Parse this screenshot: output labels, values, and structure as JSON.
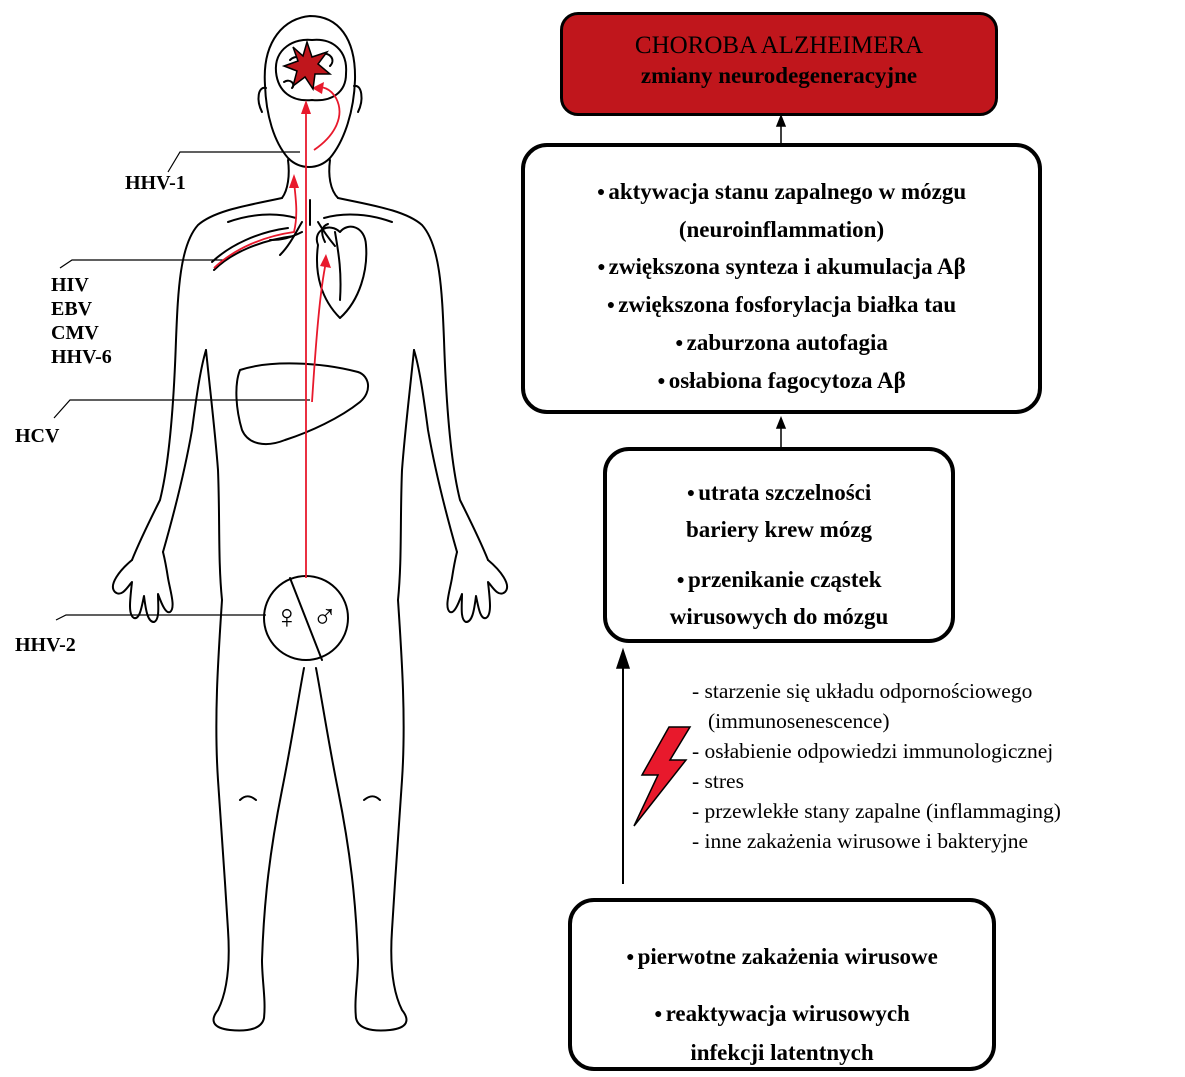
{
  "alzheimer": {
    "title": "CHOROBA ALZHEIMERA",
    "subtitle": "zmiany neurodegeneracyjne",
    "fill_color": "#c0161c"
  },
  "mechanisms": [
    "aktywacja stanu zapalnego w mózgu",
    "(neuroinflammation)",
    "zwiększona synteza i akumulacja Aβ",
    "zwiększona fosforylacja białka tau",
    "zaburzona autofagia",
    "osłabiona fagocytoza Aβ"
  ],
  "bbb": {
    "item1_line1": "utrata szczelności",
    "item1_line2": "bariery krew mózg",
    "item2_line1": "przenikanie cząstek",
    "item2_line2": "wirusowych do mózgu"
  },
  "infections": {
    "item1": "pierwotne zakażenia wirusowe",
    "item2_line1": "reaktywacja wirusowych",
    "item2_line2": "infekcji latentnych"
  },
  "risk_factors": [
    "- starzenie się układu odpornościowego",
    "  (immunosenescence)",
    "- osłabienie odpowiedzi immunologicznej",
    "- stres",
    "- przewlekłe stany zapalne (inflammaging)",
    "- inne zakażenia wirusowe i bakteryjne"
  ],
  "body_labels": {
    "hhv1": "HHV-1",
    "hiv": "HIV",
    "ebv": "EBV",
    "cmv": "CMV",
    "hhv6": "HHV-6",
    "hcv": "HCV",
    "hhv2": "HHV-2"
  },
  "gender_symbols": {
    "female": "♀",
    "male": "♂"
  },
  "icons": [
    "human-body-icon",
    "lightning-bolt-icon",
    "brain-lesion-star-icon",
    "heart-icon",
    "liver-icon",
    "female-symbol-icon",
    "male-symbol-icon"
  ],
  "colors": {
    "pathway_red": "#e8192c",
    "lightning_red": "#e8192c"
  }
}
